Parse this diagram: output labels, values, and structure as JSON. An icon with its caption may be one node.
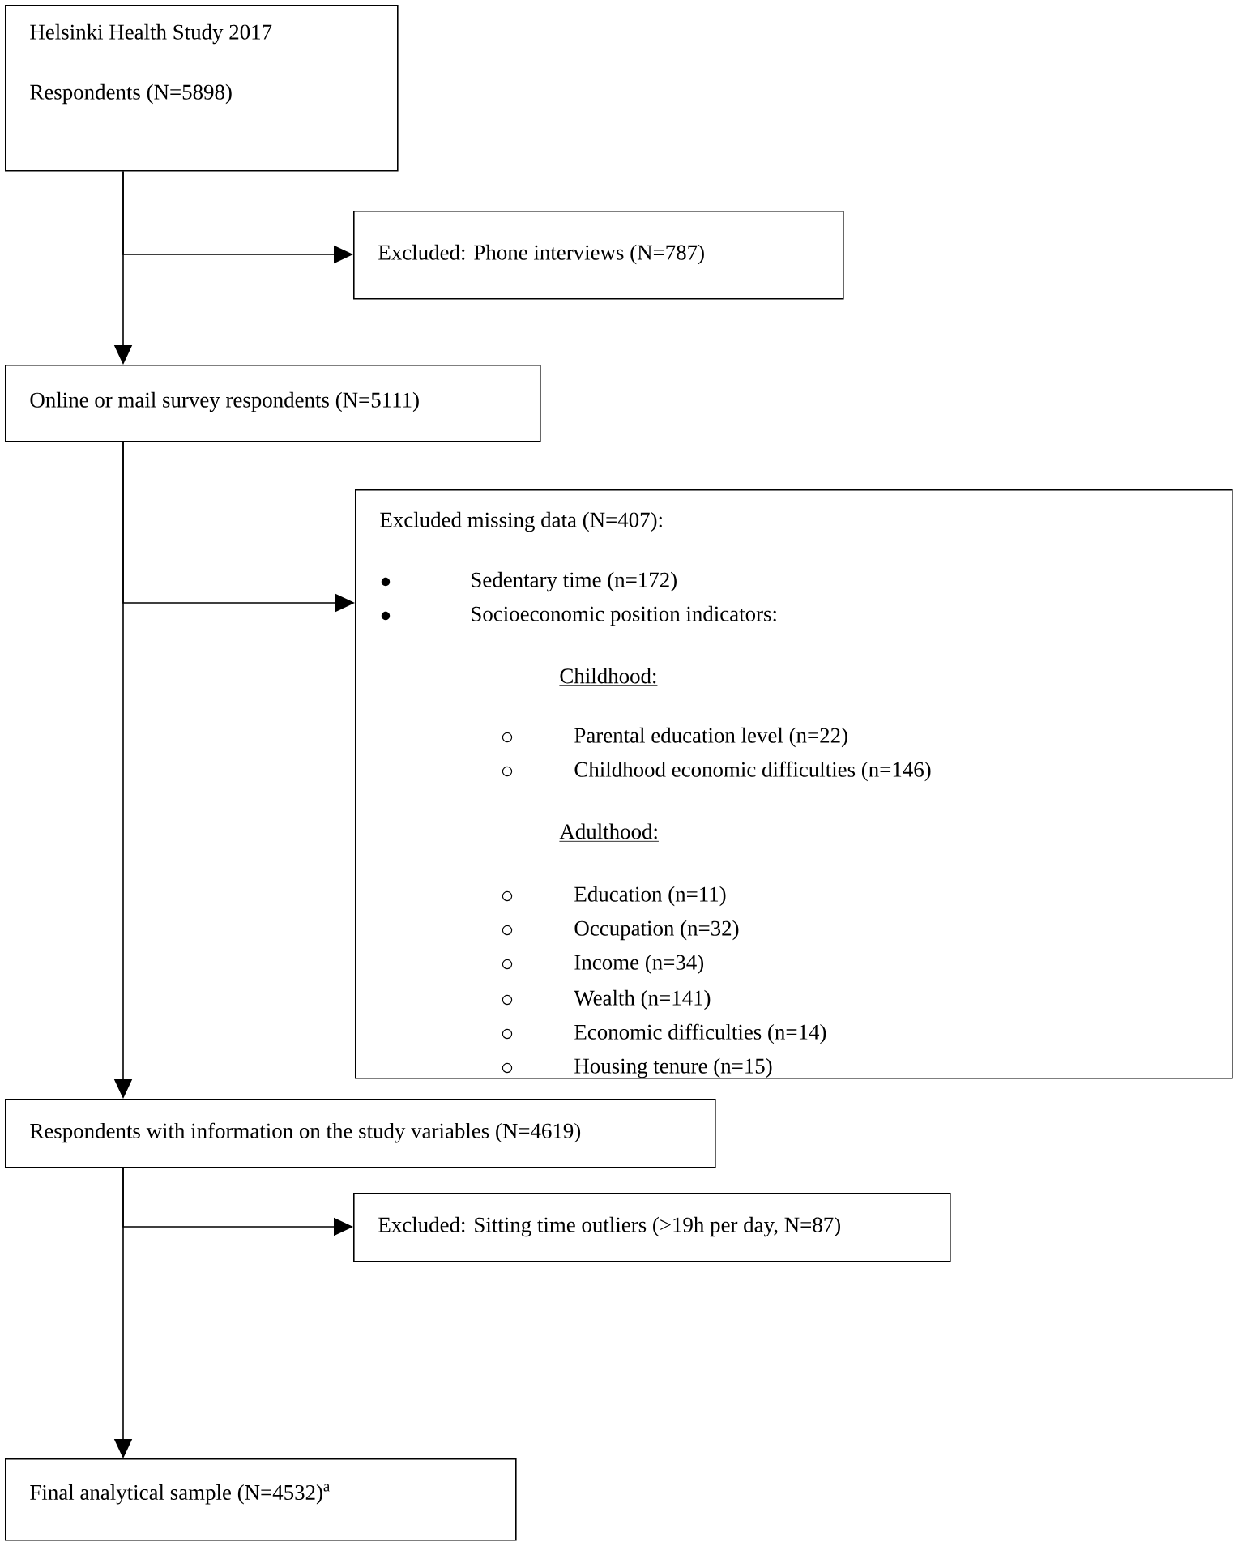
{
  "diagram": {
    "nodes": [
      {
        "text": [
          "Helsinki Health Study 2017",
          "Respondents (N=5898)"
        ]
      },
      {
        "text": [
          "Excluded: Phone interviews (N=787)"
        ]
      },
      {
        "text": [
          "Online or mail survey respondents (N=5111)"
        ]
      },
      {
        "text": [
          "Excluded missing data (N=407):",
          "Sedentary time (n=172)",
          "Socioeconomic position indicators:",
          "Childhood:",
          "Parental education level (n=22)",
          "Childhood economic difficulties (n=146)",
          "Adulthood:",
          "Education (n=11)",
          "Occupation (n=32)",
          "Income (n=34)",
          "Wealth (n=141)",
          "Economic difficulties (n=14)",
          "Housing tenure (n=15)"
        ]
      },
      {
        "text": [
          "Respondents with information on the study variables (N=4619)"
        ]
      },
      {
        "text": [
          "Excluded: Sitting time outliers (>19h per day, N=87)"
        ]
      },
      {
        "text": [
          "Final analytical sample (N=4532)$^{a}$"
        ]
      }
    ],
    "edges": [
      {
        "from": 0,
        "to": 1,
        "arrow": "to"
      },
      {
        "from": 0,
        "to": 2,
        "arrow": "to"
      },
      {
        "from": 2,
        "to": 3,
        "arrow": "to"
      },
      {
        "from": 2,
        "to": 4,
        "arrow": "to"
      },
      {
        "from": 4,
        "to": 5,
        "arrow": "to"
      },
      {
        "from": 4,
        "to": 6,
        "arrow": "to"
      }
    ]
  }
}
